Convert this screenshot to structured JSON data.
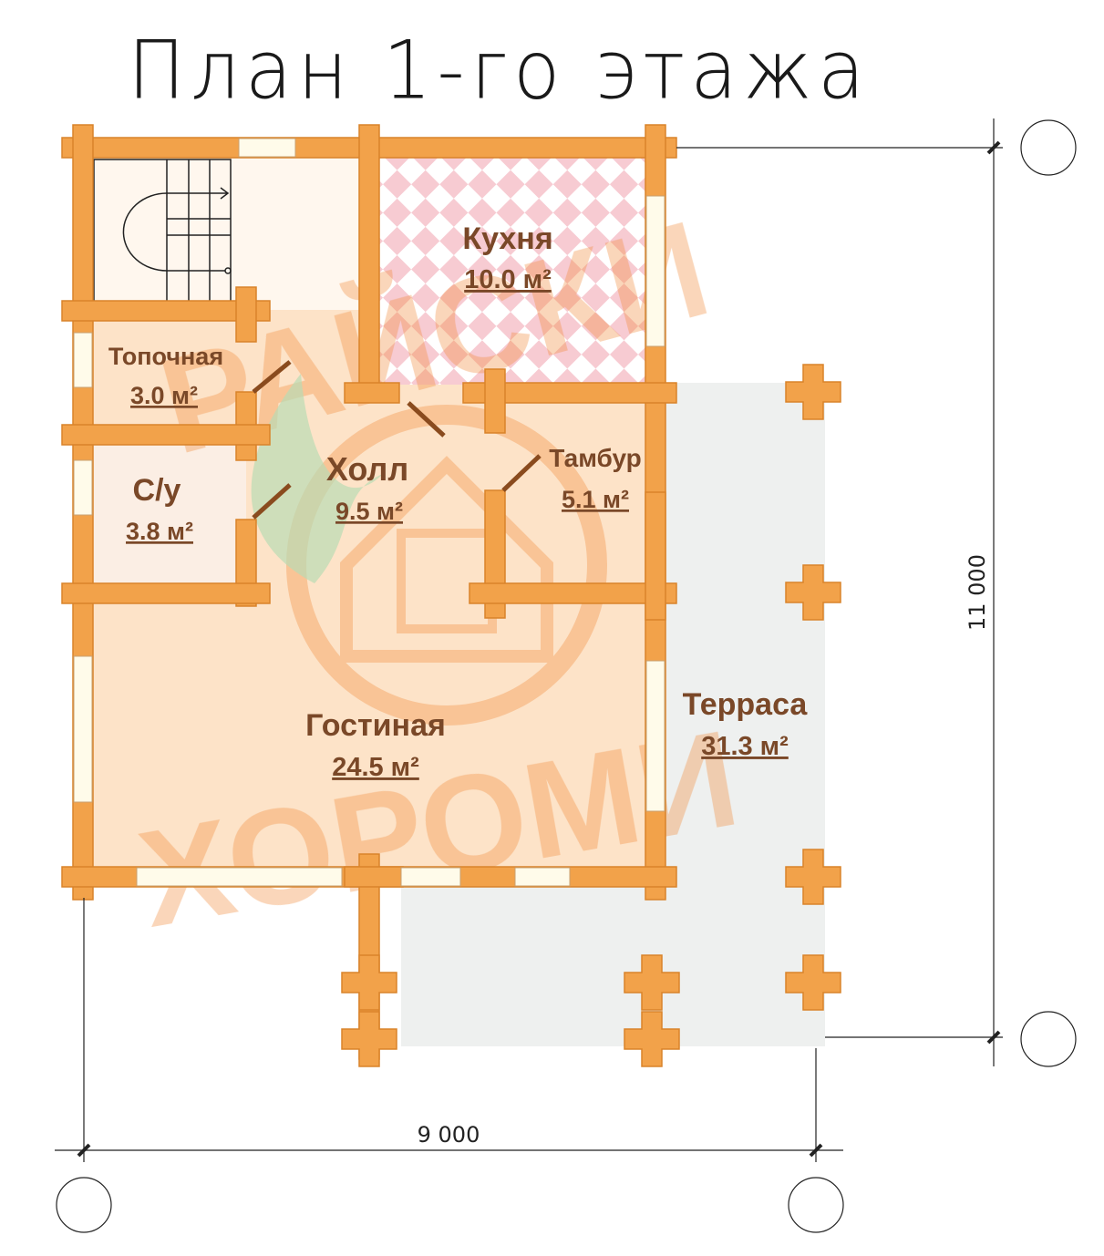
{
  "title": "План 1-го этажа",
  "watermark": "Райские хоромы",
  "rooms": [
    {
      "name": "Кухня",
      "area": "10.0 м²"
    },
    {
      "name": "Топочная",
      "area": "3.0 м²"
    },
    {
      "name": "С/у",
      "area": "3.8 м²"
    },
    {
      "name": "Холл",
      "area": "9.5 м²"
    },
    {
      "name": "Тамбур",
      "area": "5.1 м²"
    },
    {
      "name": "Гостиная",
      "area": "24.5 м²"
    },
    {
      "name": "Терраса",
      "area": "31.3 м²"
    }
  ],
  "dimensions": {
    "width": "9 000",
    "depth": "11 000"
  },
  "colors": {
    "log": "#f2a24a",
    "log_edge": "#d9832a",
    "label": "#7a4828",
    "interior": "#fde3c8",
    "terrace": "#eef0ef"
  }
}
